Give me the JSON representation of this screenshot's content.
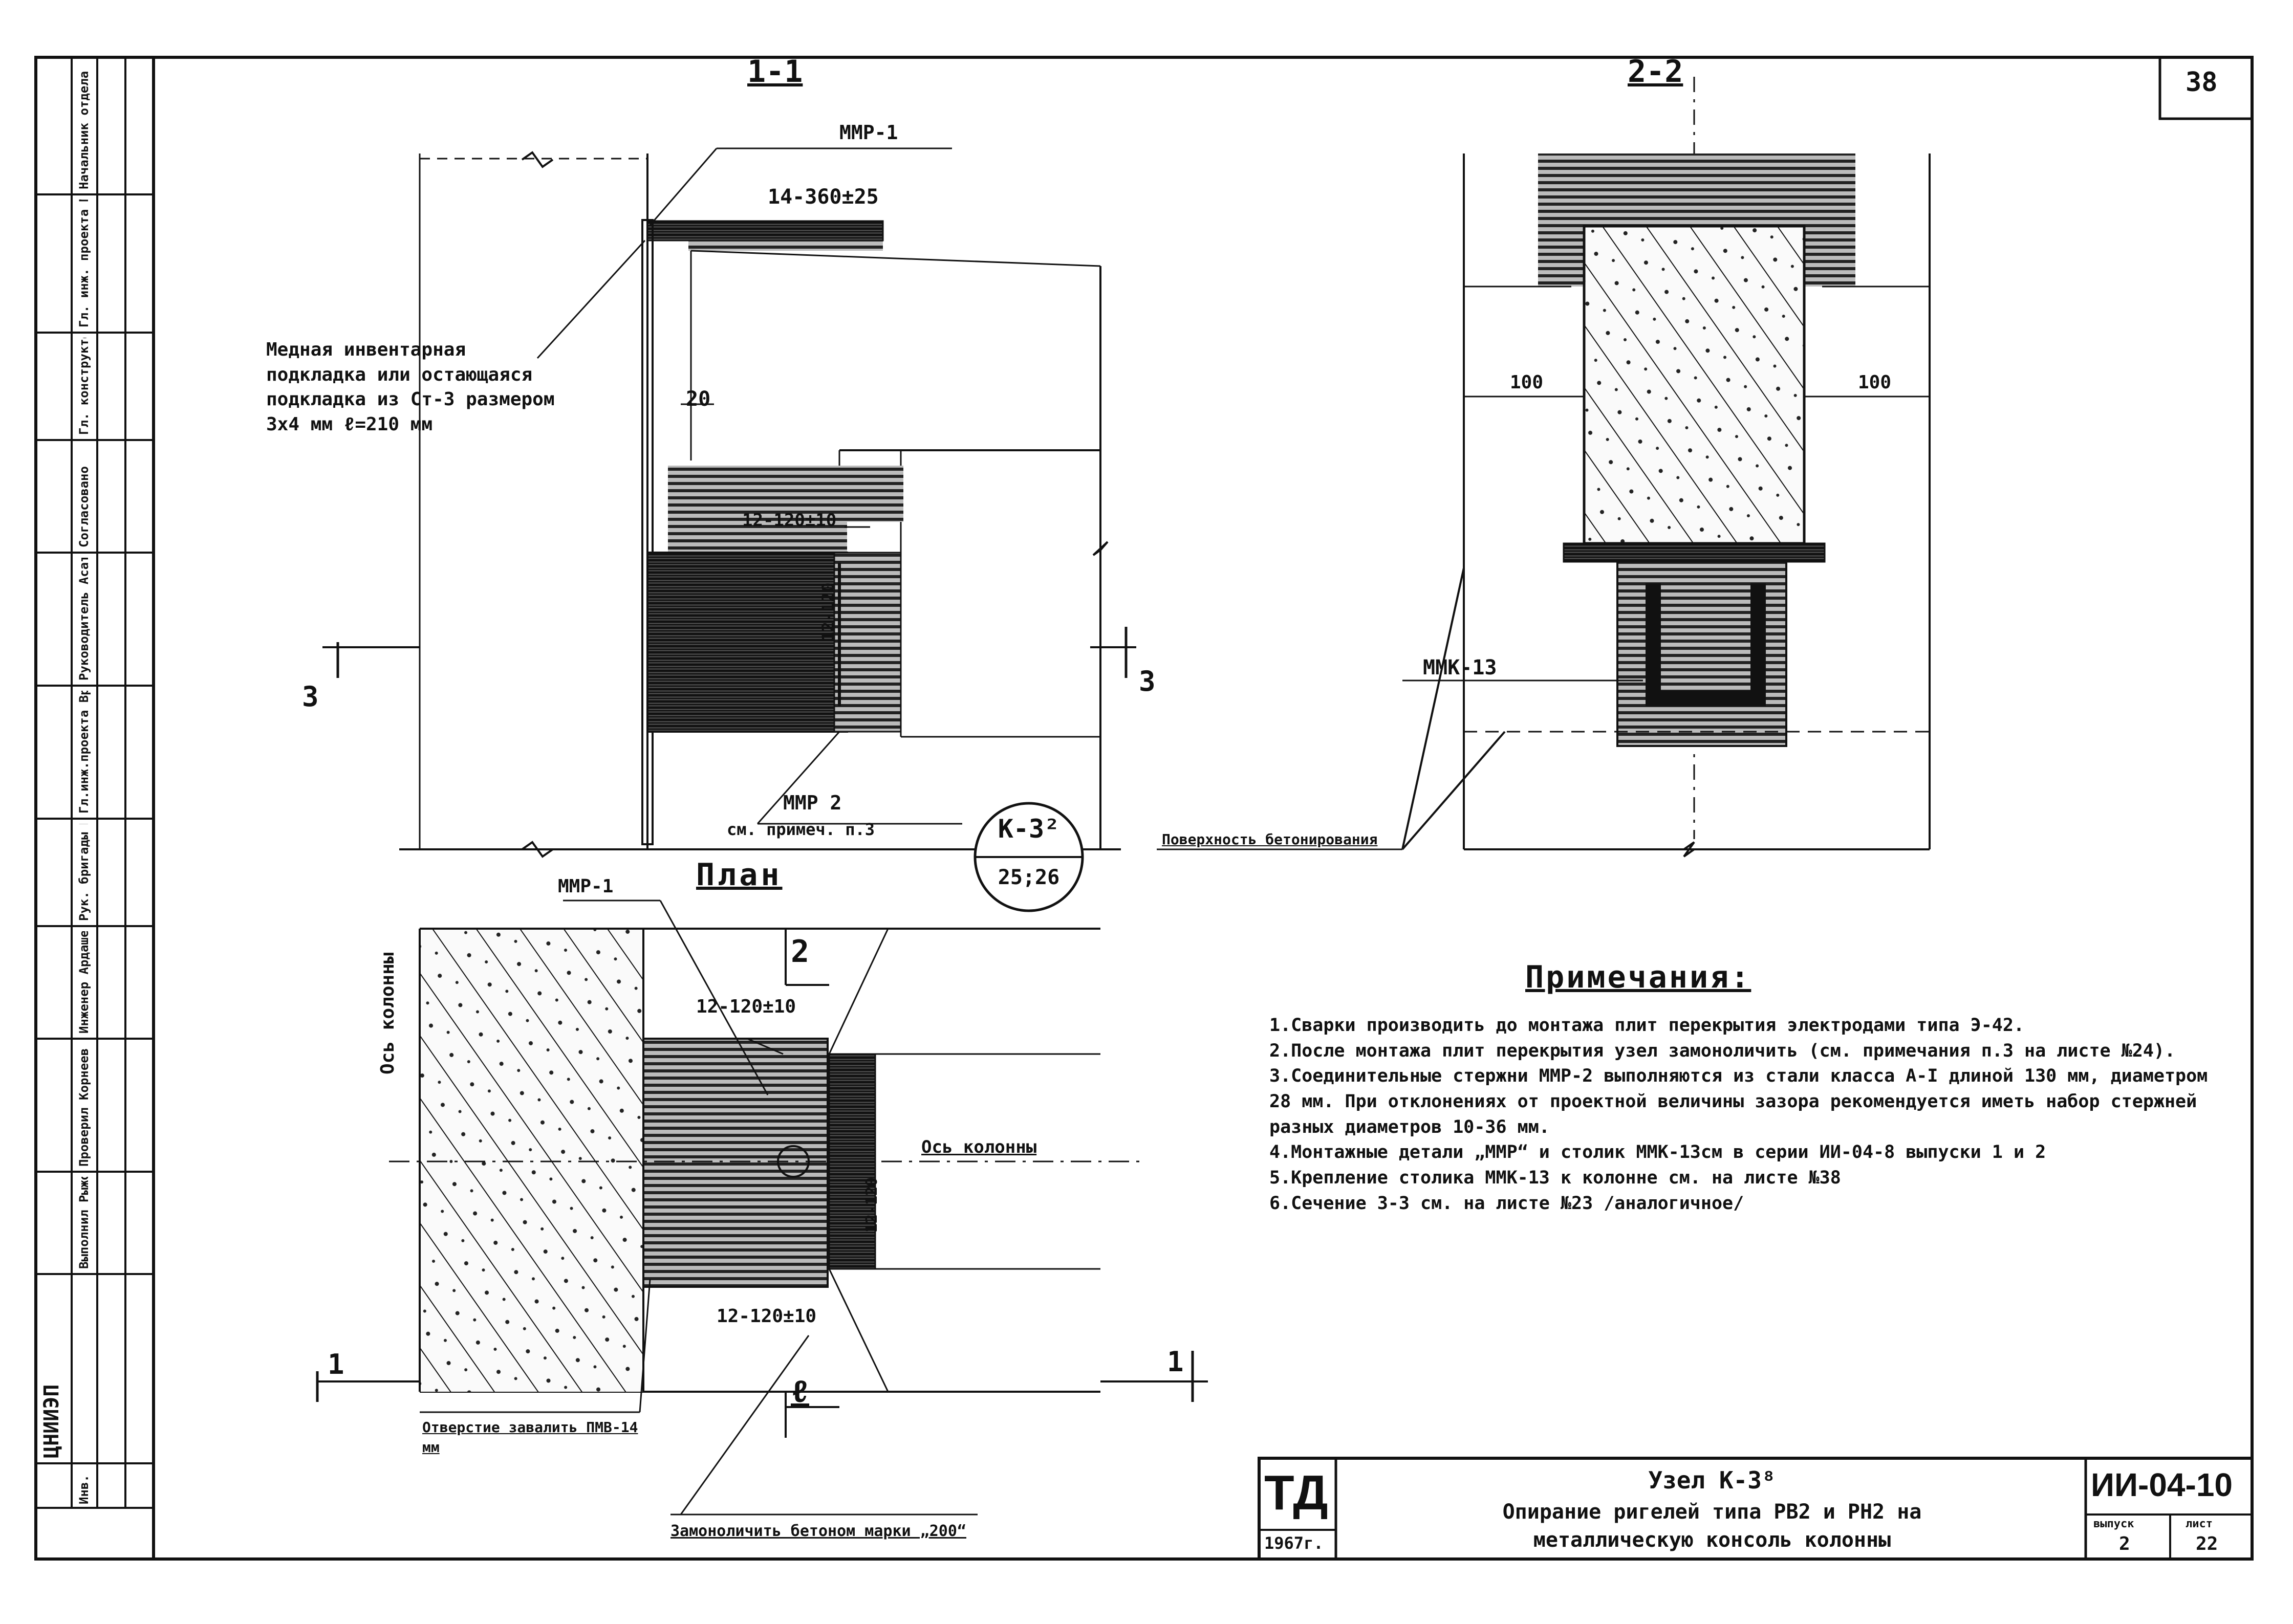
{
  "sheet_number": "38",
  "section_1_title": "1-1",
  "section_2_title": "2-2",
  "plan_title": "План",
  "section_1": {
    "mmp1_label": "ММР-1",
    "plate_label": "14-360±25",
    "dim_20": "20",
    "dim_12_120": "12-120±10",
    "weld_label": "12-120",
    "mmp2_label": "ММР 2",
    "mmp2_note": "см. примеч. п.3",
    "section_mark_left": "3",
    "section_mark_right": "3",
    "copper_note": "Медная инвентарная подкладка или остающаяся подкладка из Ст-3 размером 3х4 мм ℓ=210 мм"
  },
  "node_badge": {
    "top": "К-3²",
    "bottom": "25;26"
  },
  "section_2": {
    "dim_left": "100",
    "dim_right": "100",
    "mmk_label": "ММК-13",
    "surface_note": "Поверхность бетонирования"
  },
  "plan": {
    "mmp1_label": "ММР-1",
    "dim_top_weld": "12-120±10",
    "dim_bottom_weld": "12-120±10",
    "column_axis_vertical": "Ось колонны",
    "column_axis_horizontal": "Ось колонны",
    "section_mark_2": "2",
    "section_mark_1_left": "1",
    "section_mark_1_right": "1",
    "l_label": "ℓ",
    "side_weld_label": "12-120",
    "hole_note": "Отверстие завалить ПМВ-14 мм",
    "concrete_note": "Замоноличить бетоном марки „200“"
  },
  "notes": {
    "title": "Примечания:",
    "items": [
      "1.Сварки производить до монтажа плит перекрытия электродами типа Э-42.",
      "2.После монтажа плит перекрытия узел замоноличить (см. примечания п.3 на листе №24).",
      "3.Соединительные стержни ММР-2 выполняются из стали класса А-I длиной 130 мм, диаметром 28 мм. При отклонениях от проектной величины зазора рекомендуется иметь набор стержней разных диаметров 10-36 мм.",
      "4.Монтажные детали „ММР“ и столик ММК-13см в серии ИИ-04-8 выпуски 1 и 2",
      "5.Крепление столика ММК-13 к колонне см. на листе №38",
      "6.Сечение 3-3 см. на листе №23 /аналогичное/"
    ]
  },
  "title_block": {
    "org": "ТД",
    "year": "1967г.",
    "title_line1": "Узел К-3⁸",
    "title_line2": "Опирание ригелей типа РВ2 и РН2 на",
    "title_line3": "металлическую консоль колонны",
    "series": "ИИ-04-10",
    "issue_label": "выпуск",
    "issue_value": "2",
    "sheet_label": "лист",
    "sheet_value": "22"
  },
  "stamp": {
    "org_name": "ЦНИИЭП",
    "cols": [
      "Начальник отдела Миронов",
      "Гл. инж. проекта Миронов",
      "Гл. конструктор Рогов",
      "Согласовано",
      "Руководитель Асатов",
      "Гл.инж.проекта Вроблевский",
      "Рук. бригады Рогов",
      "Инженер Ардашев",
      "Проверил Корнеев",
      "Выполнил Рыжова"
    ],
    "code": "Инв. №"
  }
}
